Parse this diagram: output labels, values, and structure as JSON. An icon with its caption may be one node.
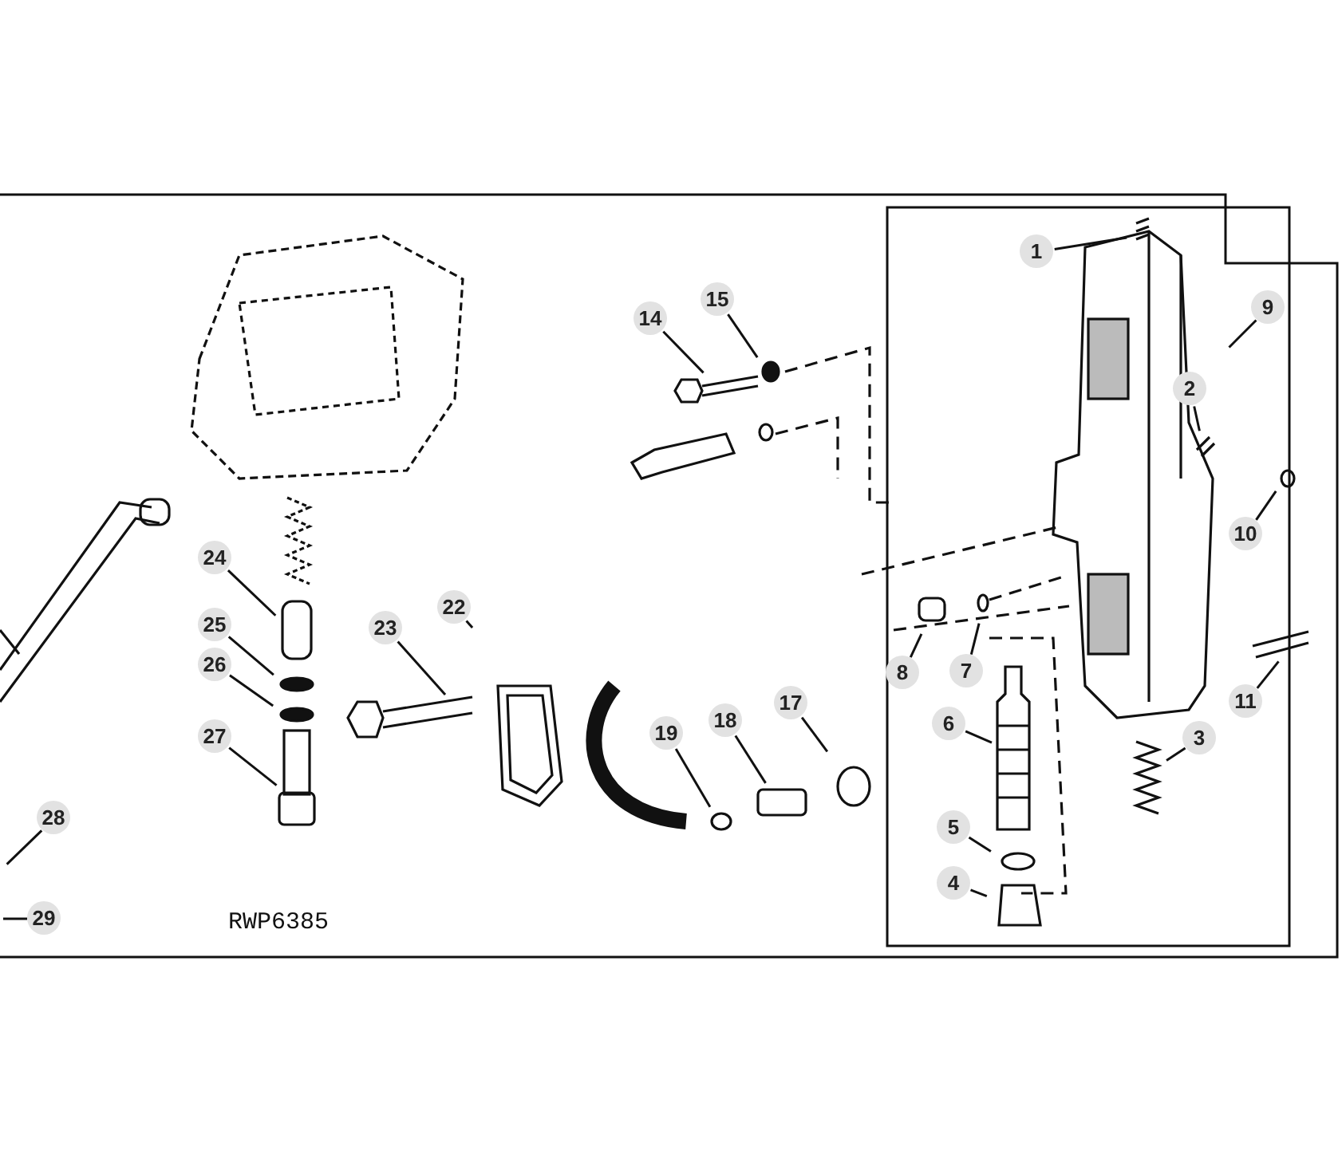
{
  "diagram": {
    "nodes": [
      {
        "text": [
          "1"
        ]
      },
      {
        "text": [
          "2"
        ]
      },
      {
        "text": [
          "3"
        ]
      },
      {
        "text": [
          "4"
        ]
      },
      {
        "text": [
          "5"
        ]
      },
      {
        "text": [
          "6"
        ]
      },
      {
        "text": [
          "7"
        ]
      },
      {
        "text": [
          "8"
        ]
      },
      {
        "text": [
          "9"
        ]
      },
      {
        "text": [
          "10"
        ]
      },
      {
        "text": [
          "11"
        ]
      },
      {
        "text": [
          "14"
        ]
      },
      {
        "text": [
          "15"
        ]
      },
      {
        "text": [
          "17"
        ]
      },
      {
        "text": [
          "18"
        ]
      },
      {
        "text": [
          "19"
        ]
      },
      {
        "text": [
          "22"
        ]
      },
      {
        "text": [
          "23"
        ]
      },
      {
        "text": [
          "24"
        ]
      },
      {
        "text": [
          "25"
        ]
      },
      {
        "text": [
          "26"
        ]
      },
      {
        "text": [
          "27"
        ]
      },
      {
        "text": [
          "28"
        ]
      },
      {
        "text": [
          "29"
        ]
      }
    ],
    "edges": [
      {
        "from": 0,
        "to": null,
        "arrow": "none"
      },
      {
        "from": 1,
        "to": null,
        "arrow": "none"
      },
      {
        "from": 2,
        "to": null,
        "arrow": "none"
      },
      {
        "from": 3,
        "to": null,
        "arrow": "none"
      },
      {
        "from": 4,
        "to": null,
        "arrow": "none"
      },
      {
        "from": 5,
        "to": null,
        "arrow": "none"
      },
      {
        "from": 6,
        "to": null,
        "arrow": "none"
      },
      {
        "from": 7,
        "to": null,
        "arrow": "none"
      },
      {
        "from": 8,
        "to": null,
        "arrow": "none"
      },
      {
        "from": 9,
        "to": null,
        "arrow": "none"
      },
      {
        "from": 10,
        "to": null,
        "arrow": "none"
      },
      {
        "from": 11,
        "to": null,
        "arrow": "none"
      },
      {
        "from": 12,
        "to": null,
        "arrow": "none"
      },
      {
        "from": 13,
        "to": null,
        "arrow": "none"
      },
      {
        "from": 14,
        "to": null,
        "arrow": "none"
      },
      {
        "from": 15,
        "to": null,
        "arrow": "none"
      },
      {
        "from": 16,
        "to": null,
        "arrow": "none"
      },
      {
        "from": 17,
        "to": null,
        "arrow": "none"
      },
      {
        "from": 18,
        "to": null,
        "arrow": "none"
      },
      {
        "from": 19,
        "to": null,
        "arrow": "none"
      },
      {
        "from": 20,
        "to": null,
        "arrow": "none"
      },
      {
        "from": 21,
        "to": null,
        "arrow": "none"
      },
      {
        "from": 22,
        "to": null,
        "arrow": "none"
      },
      {
        "from": 23,
        "to": null,
        "arrow": "none"
      }
    ],
    "labels": [
      "RWP6385"
    ]
  }
}
